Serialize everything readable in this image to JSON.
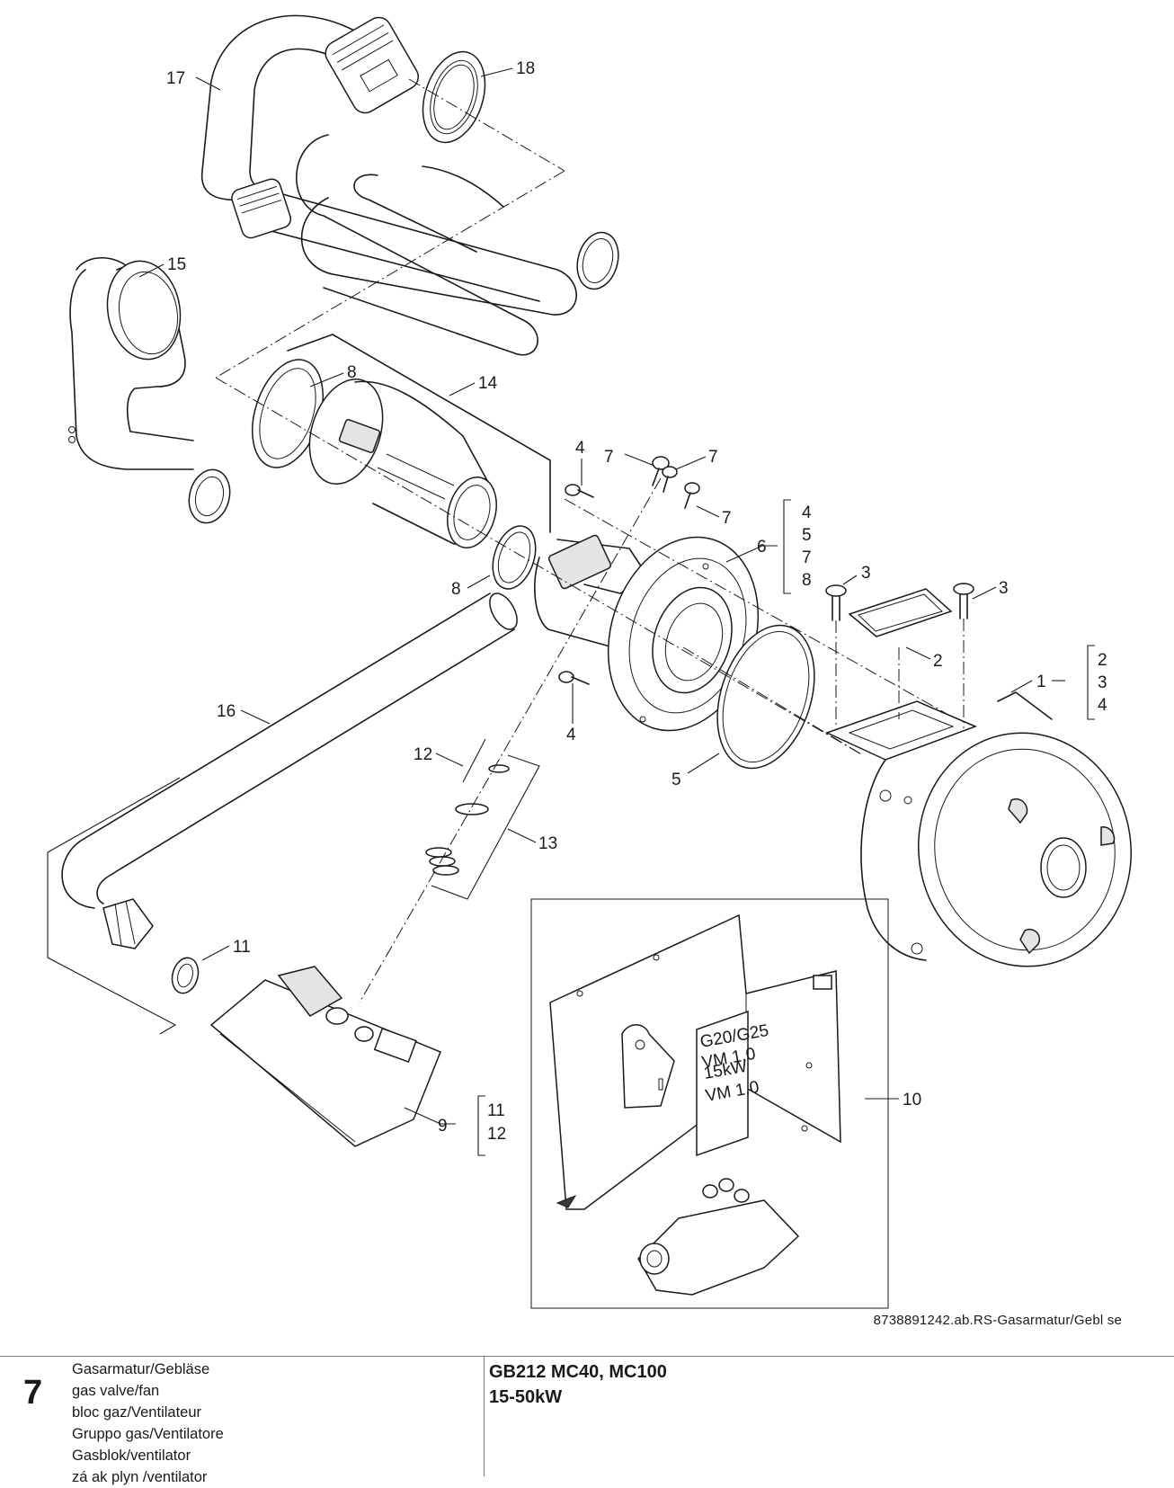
{
  "callouts": [
    {
      "id": "c17",
      "text": "17"
    },
    {
      "id": "c18",
      "text": "18"
    },
    {
      "id": "c15",
      "text": "15"
    },
    {
      "id": "c8a",
      "text": "8"
    },
    {
      "id": "c14",
      "text": "14"
    },
    {
      "id": "c4a",
      "text": "4"
    },
    {
      "id": "c7a",
      "text": "7"
    },
    {
      "id": "c7b",
      "text": "7"
    },
    {
      "id": "c7c",
      "text": "7"
    },
    {
      "id": "c6",
      "text": "6"
    },
    {
      "id": "c8b",
      "text": "8"
    },
    {
      "id": "c3a",
      "text": "3"
    },
    {
      "id": "c3b",
      "text": "3"
    },
    {
      "id": "c2",
      "text": "2"
    },
    {
      "id": "c1",
      "text": "1"
    },
    {
      "id": "c4b",
      "text": "4"
    },
    {
      "id": "c5",
      "text": "5"
    },
    {
      "id": "c16",
      "text": "16"
    },
    {
      "id": "c12",
      "text": "12"
    },
    {
      "id": "c13",
      "text": "13"
    },
    {
      "id": "c11",
      "text": "11"
    },
    {
      "id": "c9",
      "text": "9"
    },
    {
      "id": "c10",
      "text": "10"
    }
  ],
  "groups": {
    "g6": [
      "4",
      "5",
      "7",
      "8"
    ],
    "g1": [
      "2",
      "3",
      "4"
    ],
    "g9": [
      "11",
      "12"
    ]
  },
  "label_text": {
    "line1": "G20/G25",
    "line2": "VM 1.0",
    "line3": "15kW",
    "line4": "VM 1.0"
  },
  "reference": "8738891242.ab.RS-Gasarmatur/Gebl se",
  "footer": {
    "section_number": "7",
    "titles": [
      "Gasarmatur/Gebläse",
      "gas valve/fan",
      "bloc gaz/Ventilateur",
      "Gruppo gas/Ventilatore",
      "Gasblok/ventilator",
      "zá  ak plyn  /ventilator"
    ],
    "model": "GB212 MC40, MC100",
    "power": "15-50kW"
  }
}
